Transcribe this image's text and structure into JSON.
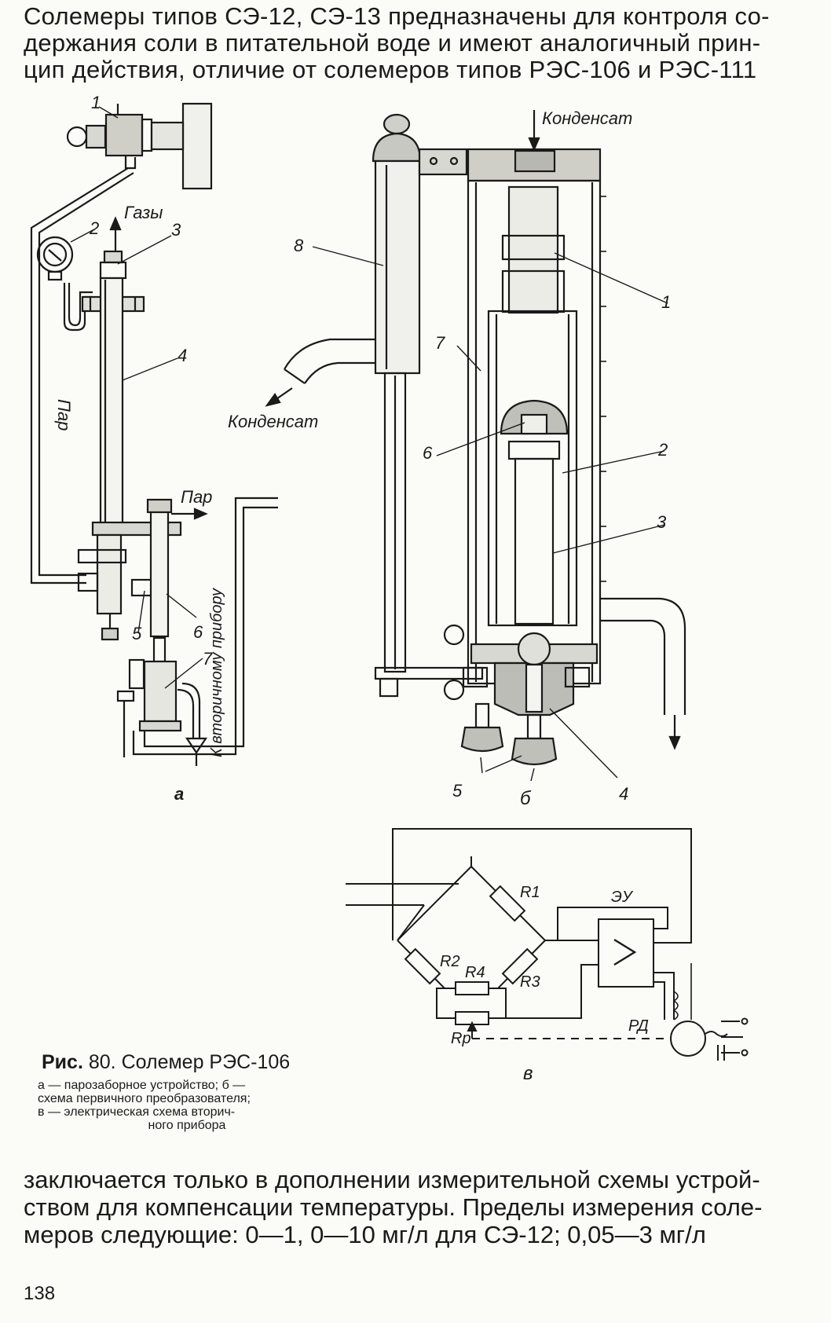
{
  "paragraph_top": [
    "Солемеры типов СЭ-12, СЭ-13 предназначены для контроля со-",
    "держания соли в питательной воде и имеют аналогичный прин-",
    "цип действия, отличие от солемеров типов РЭС-106 и РЭС-111"
  ],
  "paragraph_bottom": [
    "заключается только в дополнении измерительной схемы устрой-",
    "ством для компенсации температуры. Пределы измерения соле-",
    "меров следующие: 0—1, 0—10 мг/л для СЭ-12; 0,05—3 мг/л"
  ],
  "page_number": "138",
  "caption": {
    "prefix": "Рис.",
    "number": "80.",
    "title": "Солемер РЭС-106",
    "legend": [
      "а — парозаборное устройство; б —",
      "схема первичного преобразователя;",
      "в — электрическая схема вторич-",
      "ного прибора"
    ]
  },
  "figure_a": {
    "labels": {
      "n1": "1",
      "n2": "2",
      "n3": "3",
      "n4": "4",
      "n5": "5",
      "n6": "6",
      "n7": "7",
      "gases": "Газы",
      "steam_down": "Пар",
      "steam_out": "Пар",
      "to_device": "К вторичному прибору",
      "letter": "а"
    }
  },
  "figure_b": {
    "labels": {
      "condensate_in": "Конденсат",
      "condensate_out": "Конденсат",
      "n1": "1",
      "n2": "2",
      "n3": "3",
      "n4": "4",
      "n5": "5",
      "n6": "6",
      "n7": "7",
      "n8": "8",
      "letter": "б"
    }
  },
  "figure_c": {
    "labels": {
      "r1": "R1",
      "r2": "R2",
      "r3": "R3",
      "r4": "R4",
      "rp": "Rp",
      "eu": "ЭУ",
      "rd": "РД",
      "letter": "в"
    }
  }
}
